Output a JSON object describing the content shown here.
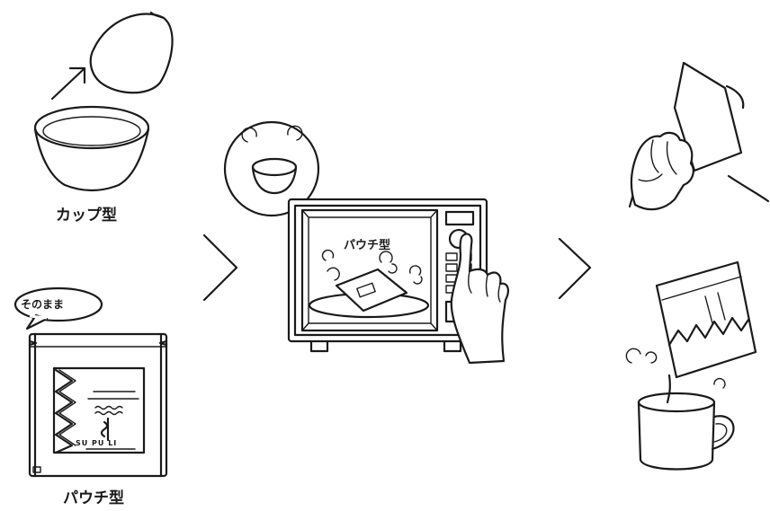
{
  "labels": {
    "cup_type": "カップ型",
    "pouch_type": "パウチ型",
    "speech_bubble": "そのまま",
    "microwave_pouch": "パウチ型",
    "brand": "SU  PU  LI"
  },
  "colors": {
    "line": "#1a1a1a",
    "background": "#ffffff"
  }
}
